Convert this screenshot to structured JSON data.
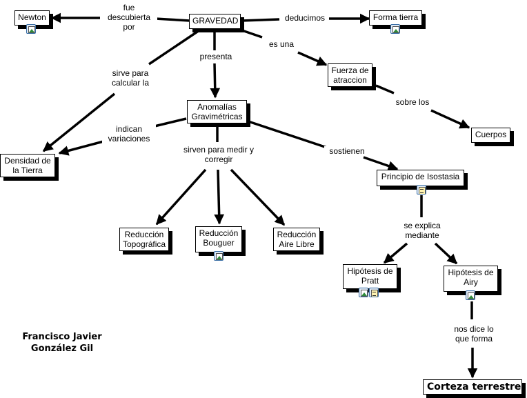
{
  "nodes": {
    "newton": "Newton",
    "gravedad": "GRAVEDAD",
    "forma_tierra": "Forma tierra",
    "fuerza": [
      "Fuerza de",
      "atraccion"
    ],
    "cuerpos": "Cuerpos",
    "anomalias": [
      "Anomalías",
      "Gravimétricas"
    ],
    "densidad": [
      "Densidad de",
      "la Tierra"
    ],
    "isostasia": "Principio de Isostasia",
    "red_topo": [
      "Reducción",
      "Topográfica"
    ],
    "red_bouguer": [
      "Reducción",
      "Bouguer"
    ],
    "red_aire": [
      "Reducción",
      "Aire Libre"
    ],
    "pratt": [
      "Hipótesis de",
      "Pratt"
    ],
    "airy": [
      "Hipótesis de",
      "Airy"
    ],
    "corteza": "Corteza terrestre"
  },
  "links": {
    "fue_descubierta": [
      "fue",
      "descubierta",
      "por"
    ],
    "deducimos": "deducimos",
    "es_una": "es una",
    "presenta": "presenta",
    "sirve_para": [
      "sirve para",
      "calcular la"
    ],
    "sobre_los": "sobre los",
    "indican": [
      "indican",
      "variaciones"
    ],
    "sirven_para": [
      "sirven para medir y",
      "corregir"
    ],
    "sostienen": "sostienen",
    "se_explica": [
      "se explica",
      "mediante"
    ],
    "nos_dice": [
      "nos dice lo",
      "que forma"
    ]
  },
  "resources": {
    "newton": [
      "image-icon"
    ],
    "forma_tierra": [
      "image-icon"
    ],
    "red_bouguer": [
      "image-icon"
    ],
    "isostasia": [
      "document-icon"
    ],
    "pratt": [
      "image-icon",
      "document-icon"
    ],
    "airy": [
      "image-icon"
    ]
  },
  "author": [
    "Francisco Javier",
    "González Gil"
  ]
}
